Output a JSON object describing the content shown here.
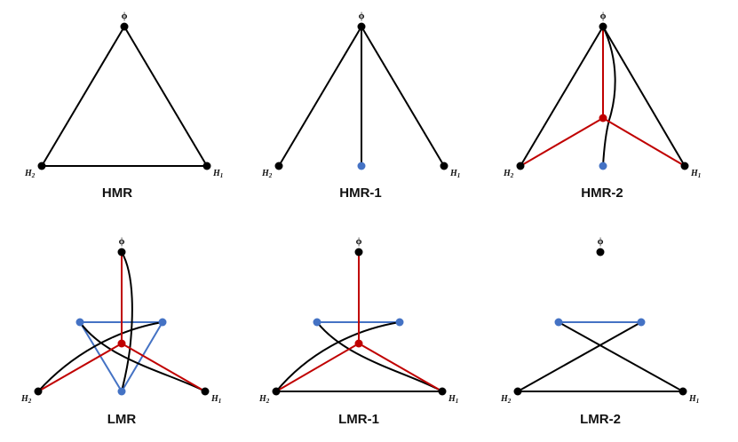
{
  "panels": {
    "hmr": {
      "title": "HMR",
      "top_label": "ϕ",
      "left_label": "H",
      "left_sub": "2",
      "right_label": "H",
      "right_sub": "1"
    },
    "hmr1": {
      "title": "HMR-1",
      "top_label": "ϕ",
      "left_label": "H",
      "left_sub": "2",
      "right_label": "H",
      "right_sub": "1"
    },
    "hmr2": {
      "title": "HMR-2",
      "top_label": "ϕ",
      "left_label": "H",
      "left_sub": "2",
      "right_label": "H",
      "right_sub": "1"
    },
    "lmr": {
      "title": "LMR",
      "top_label": "ϕ",
      "left_label": "H",
      "left_sub": "2",
      "right_label": "H",
      "right_sub": "1"
    },
    "lmr1": {
      "title": "LMR-1",
      "top_label": "ϕ",
      "left_label": "H",
      "left_sub": "2",
      "right_label": "H",
      "right_sub": "1"
    },
    "lmr2": {
      "title": "LMR-2",
      "top_label": "ϕ",
      "left_label": "H",
      "left_sub": "2",
      "right_label": "H",
      "right_sub": "1"
    }
  },
  "colors": {
    "black": "#000000",
    "red": "#c00000",
    "blue": "#4472c4"
  }
}
